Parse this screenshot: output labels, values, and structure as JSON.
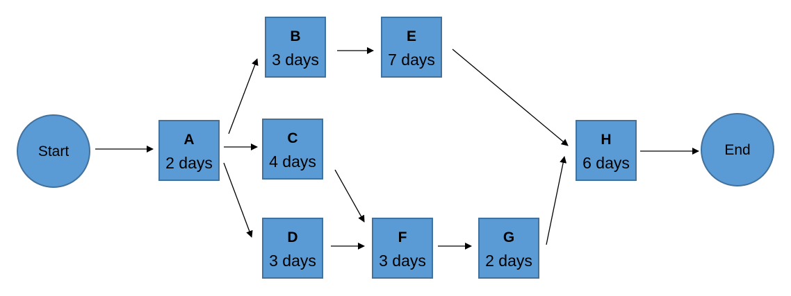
{
  "colors": {
    "node_fill": "#5b9bd5",
    "node_stroke": "#41719c",
    "arrow": "#000000",
    "background": "#ffffff"
  },
  "diagram": {
    "nodes": [
      {
        "id": "start",
        "shape": "circle",
        "label": "Start"
      },
      {
        "id": "A",
        "shape": "rect",
        "title": "A",
        "duration": "2 days"
      },
      {
        "id": "B",
        "shape": "rect",
        "title": "B",
        "duration": "3 days"
      },
      {
        "id": "C",
        "shape": "rect",
        "title": "C",
        "duration": "4 days"
      },
      {
        "id": "D",
        "shape": "rect",
        "title": "D",
        "duration": "3 days"
      },
      {
        "id": "E",
        "shape": "rect",
        "title": "E",
        "duration": "7 days"
      },
      {
        "id": "F",
        "shape": "rect",
        "title": "F",
        "duration": "3 days"
      },
      {
        "id": "G",
        "shape": "rect",
        "title": "G",
        "duration": "2 days"
      },
      {
        "id": "H",
        "shape": "rect",
        "title": "H",
        "duration": "6 days"
      },
      {
        "id": "end",
        "shape": "circle",
        "label": "End"
      }
    ],
    "edges": [
      {
        "from": "start",
        "to": "A"
      },
      {
        "from": "A",
        "to": "B"
      },
      {
        "from": "A",
        "to": "C"
      },
      {
        "from": "A",
        "to": "D"
      },
      {
        "from": "B",
        "to": "E"
      },
      {
        "from": "C",
        "to": "F"
      },
      {
        "from": "D",
        "to": "F"
      },
      {
        "from": "E",
        "to": "H"
      },
      {
        "from": "F",
        "to": "G"
      },
      {
        "from": "G",
        "to": "H"
      },
      {
        "from": "H",
        "to": "end"
      }
    ]
  }
}
